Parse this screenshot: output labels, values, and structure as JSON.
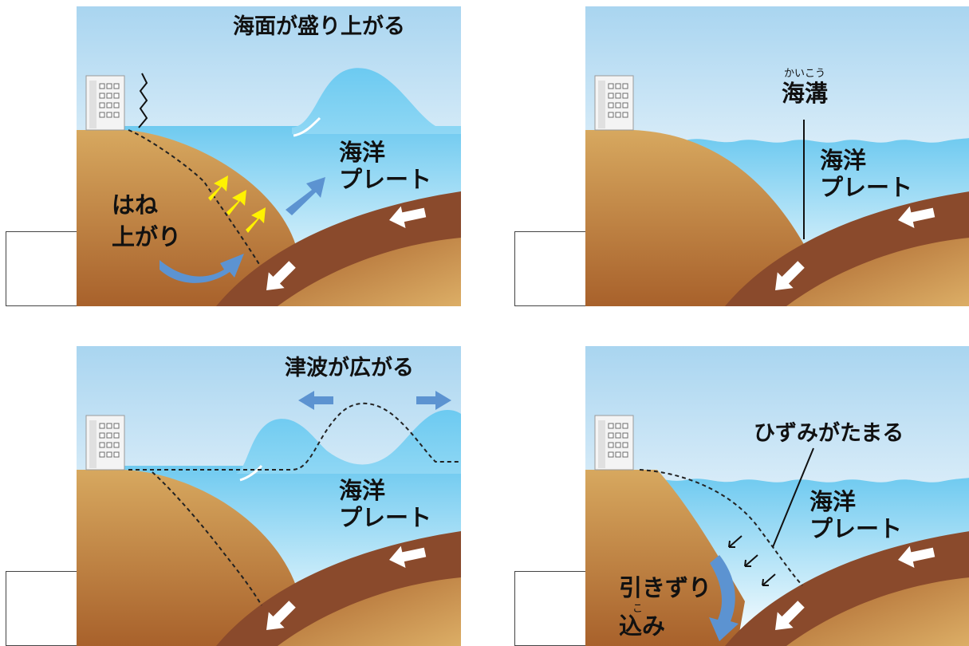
{
  "panels": [
    {
      "id": "top-left",
      "title": "海面が盛り上がる",
      "plate_label_line1": "海洋",
      "plate_label_line2": "プレート",
      "side_label_line1": "はね",
      "side_label_line2": "上がり"
    },
    {
      "id": "top-right",
      "trench_ruby": "かいこう",
      "trench_label": "海溝",
      "plate_label_line1": "海洋",
      "plate_label_line2": "プレート"
    },
    {
      "id": "bottom-left",
      "title": "津波が広がる",
      "plate_label_line1": "海洋",
      "plate_label_line2": "プレート"
    },
    {
      "id": "bottom-right",
      "title": "ひずみがたまる",
      "plate_label_line1": "海洋",
      "plate_label_line2": "プレート",
      "drag_label_line1": "引きずり",
      "drag_ruby": "こ",
      "drag_label_line2": "込み"
    }
  ],
  "colors": {
    "sky_top": "#aed8f1",
    "sky_bottom": "#ffffff",
    "sea": "#7fd0f2",
    "land_light": "#d9aa63",
    "land_dark": "#a9652e",
    "plate": "#8a4a2c",
    "arrow_blue": "#5c93d1",
    "arrow_yellow": "#fff200"
  }
}
